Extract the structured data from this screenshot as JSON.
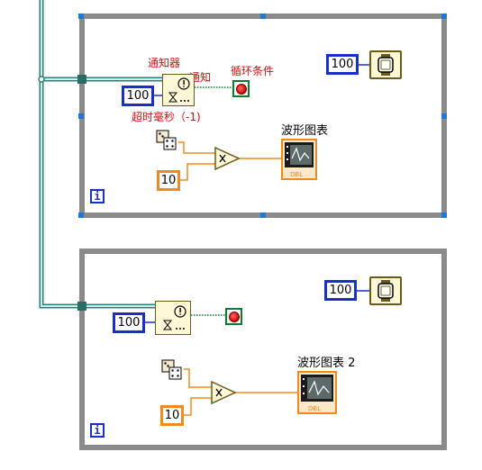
{
  "loop1": {
    "notifier_label": "通知器",
    "notification_label": "通知",
    "timeout_label": "超时毫秒（-1)",
    "loop_condition_label": "循环条件",
    "timeout_value": "100",
    "wait_value": "100",
    "multiplier_value": "10",
    "chart_label": "波形图表",
    "chart_type_tag": "DBL",
    "iteration_label": "i"
  },
  "loop2": {
    "timeout_value": "100",
    "wait_value": "100",
    "multiplier_value": "10",
    "chart_label": "波形图表 2",
    "chart_type_tag": "DBL",
    "iteration_label": "i"
  },
  "colors": {
    "numeric_const_border": "#1a2fc9",
    "double_wire": "#f08a1c",
    "refnum_wire": "#2a7f7a",
    "boolean_wire": "#0c7a30",
    "label_red": "#d01010",
    "loop_frame": "#8a8a8a"
  },
  "icons": {
    "wait": "wristwatch-icon",
    "notifier_wait": "exclamation-hourglass-icon",
    "random": "dice-icon",
    "multiply": "multiply-triangle-icon",
    "chart": "waveform-chart-icon",
    "stop": "stop-button-icon"
  }
}
